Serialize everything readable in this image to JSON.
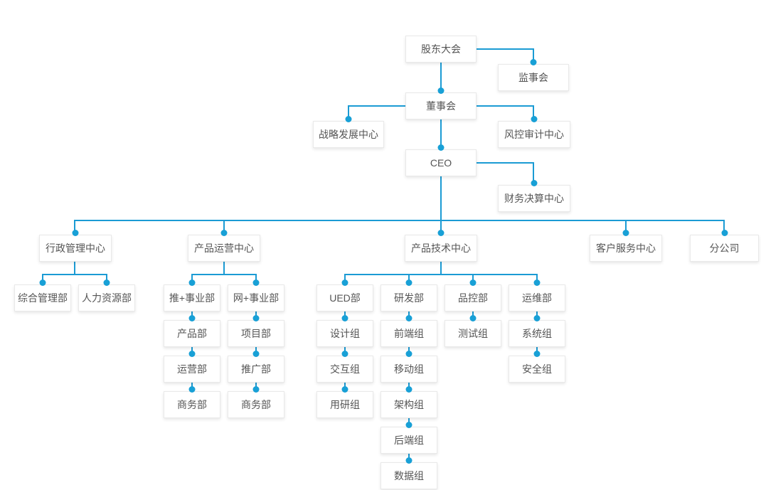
{
  "colors": {
    "connector": "#1b9bd4",
    "junction_dot": "#18a0d6",
    "node_border": "#e9e9e9",
    "node_text": "#555555",
    "node_background": "#ffffff"
  },
  "org": {
    "governance": {
      "shareholders": "股东大会",
      "supervisory_board": "监事会",
      "board_of_directors": "董事会",
      "strategy_center": "战略发展中心",
      "risk_audit_center": "风控审计中心",
      "ceo": "CEO",
      "finance_center": "财务决算中心"
    },
    "centers": {
      "admin_center": "行政管理中心",
      "product_operations_center": "产品运营中心",
      "product_technology_center": "产品技术中心",
      "customer_service_center": "客户服务中心",
      "branch_company": "分公司"
    },
    "departments": {
      "general_management_dept": "综合管理部",
      "human_resources_dept": "人力资源部",
      "tui_business_unit": "推+事业部",
      "wang_business_unit": "网+事业部",
      "ued_dept": "UED部",
      "rnd_dept": "研发部",
      "quality_control_dept": "品控部",
      "operations_maintenance_dept": "运维部"
    },
    "groups": {
      "product_dept": "产品部",
      "operation_dept": "运营部",
      "business_dept_tui": "商务部",
      "project_dept": "项目部",
      "promotion_dept": "推广部",
      "business_dept_wang": "商务部",
      "design_group": "设计组",
      "interaction_group": "交互组",
      "user_research_group": "用研组",
      "frontend_group": "前端组",
      "mobile_group": "移动组",
      "architecture_group": "架构组",
      "backend_group": "后端组",
      "data_group": "数据组",
      "testing_group": "测试组",
      "system_group": "系统组",
      "security_group": "安全组"
    },
    "hierarchy": {
      "股东大会": [
        "监事会",
        "董事会"
      ],
      "董事会": [
        "战略发展中心",
        "风控审计中心",
        "CEO"
      ],
      "CEO": [
        "财务决算中心",
        "行政管理中心",
        "产品运营中心",
        "产品技术中心",
        "客户服务中心",
        "分公司"
      ],
      "行政管理中心": [
        "综合管理部",
        "人力资源部"
      ],
      "产品运营中心": [
        "推+事业部",
        "网+事业部"
      ],
      "推+事业部": [
        "产品部",
        "运营部",
        "商务部"
      ],
      "网+事业部": [
        "项目部",
        "推广部",
        "商务部"
      ],
      "产品技术中心": [
        "UED部",
        "研发部",
        "品控部",
        "运维部"
      ],
      "UED部": [
        "设计组",
        "交互组",
        "用研组"
      ],
      "研发部": [
        "前端组",
        "移动组",
        "架构组",
        "后端组",
        "数据组"
      ],
      "品控部": [
        "测试组"
      ],
      "运维部": [
        "系统组",
        "安全组"
      ]
    }
  }
}
